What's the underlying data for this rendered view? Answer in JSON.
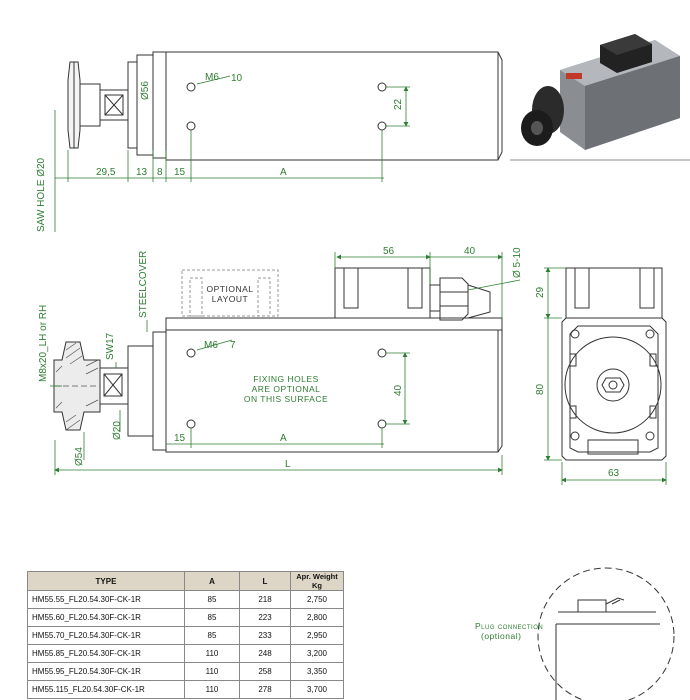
{
  "top_view": {
    "dia_flange": "Ø56",
    "thread_note": "M6",
    "thread_depth": "10",
    "hole_spacing": "22",
    "saw_hole": "SAW HOLE Ø20",
    "dim_29_5": "29,5",
    "dim_13": "13",
    "dim_8": "8",
    "dim_15": "15",
    "dim_a": "A"
  },
  "side_view": {
    "dim_56": "56",
    "dim_40": "40",
    "dia_510": "Ø 5-10",
    "optional_layout": [
      "OPTIONAL",
      "LAYOUT"
    ],
    "steel_cover": "STEELCOVER",
    "thread_rh": "M8x20_LH or RH",
    "sw17": "SW17",
    "thread_note": "M6",
    "thread_depth": "7",
    "fixing_note": [
      "FIXING  HOLES",
      "ARE  OPTIONAL",
      "ON THIS SURFACE"
    ],
    "hole_spacing": "40",
    "dia_20": "Ø20",
    "dia_54": "Ø54",
    "dim_15": "15",
    "dim_a": "A",
    "dim_l": "L"
  },
  "end_view": {
    "dim_29": "29",
    "dim_80": "80",
    "dim_63": "63"
  },
  "plug": {
    "label_line1": "Plug connection",
    "label_line2": "(optional)"
  },
  "table": {
    "headers": {
      "type": "TYPE",
      "a": "A",
      "l": "L",
      "weight_1": "Apr. Weight",
      "weight_2": "Kg"
    },
    "rows": [
      {
        "type": "HM55.55_FL20.54.30F-CK-1R",
        "a": "85",
        "l": "218",
        "weight": "2,750"
      },
      {
        "type": "HM55.60_FL20.54.30F-CK-1R",
        "a": "85",
        "l": "223",
        "weight": "2,800"
      },
      {
        "type": "HM55.70_FL20.54.30F-CK-1R",
        "a": "85",
        "l": "233",
        "weight": "2,950"
      },
      {
        "type": "HM55.85_FL20.54.30F-CK-1R",
        "a": "110",
        "l": "248",
        "weight": "3,200"
      },
      {
        "type": "HM55.95_FL20.54.30F-CK-1R",
        "a": "110",
        "l": "258",
        "weight": "3,350"
      },
      {
        "type": "HM55.115_FL20.54.30F-CK-1R",
        "a": "110",
        "l": "278",
        "weight": "3,700"
      }
    ]
  },
  "colors": {
    "line": "#333333",
    "dimension": "#2e7d32",
    "header_bg": "#ddd6c6"
  }
}
